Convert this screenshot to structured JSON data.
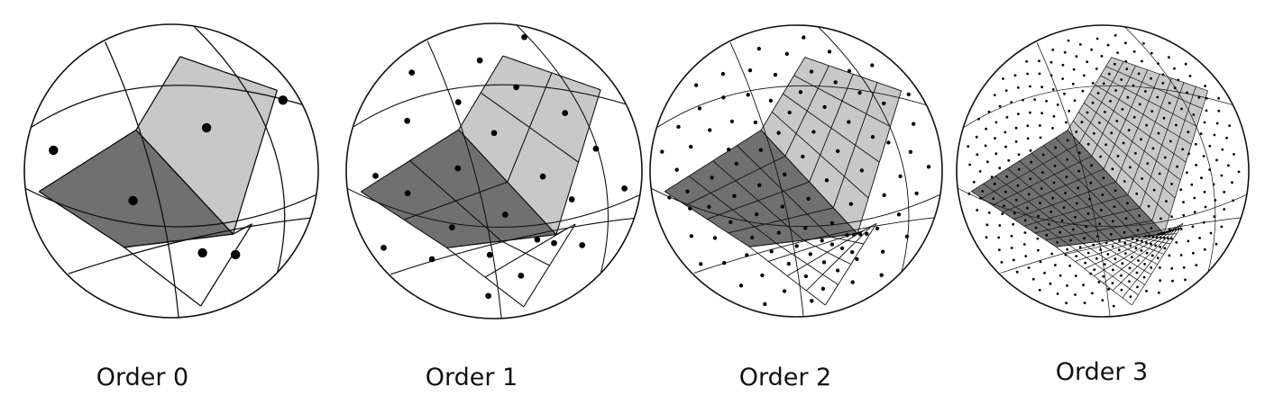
{
  "panels": [
    {
      "label": "Order 0",
      "order": 0
    },
    {
      "label": "Order 1",
      "order": 1
    },
    {
      "label": "Order 2",
      "order": 2
    },
    {
      "label": "Order 3",
      "order": 3
    }
  ],
  "colors": {
    "outline": "#111111",
    "light_face": "#c8c8c8",
    "dark_face": "#707070",
    "background": "#ffffff",
    "pixel_center": "#000000"
  }
}
